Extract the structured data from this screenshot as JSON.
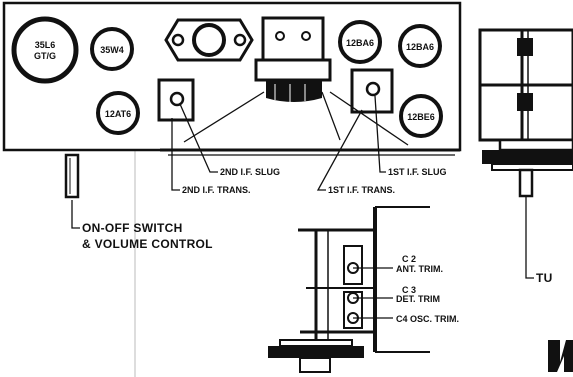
{
  "colors": {
    "ink": "#111111",
    "paper": "#ffffff"
  },
  "tubes": [
    {
      "id": "35l6",
      "label_line1": "35L6",
      "label_line2": "GT/G"
    },
    {
      "id": "35w4",
      "label": "35W4"
    },
    {
      "id": "12at6",
      "label": "12AT6"
    },
    {
      "id": "12ba6-left",
      "label": "12BA6"
    },
    {
      "id": "12ba6-right",
      "label": "12BA6"
    },
    {
      "id": "12be6",
      "label": "12BE6"
    }
  ],
  "callouts": {
    "second_if_slug": "2ND I.F. SLUG",
    "second_if_trans": "2ND I.F. TRANS.",
    "first_if_slug": "1ST I.F. SLUG",
    "first_if_trans": "1ST I.F. TRANS.",
    "switch_line1": "ON-OFF SWITCH",
    "switch_line2": "& VOLUME CONTROL",
    "c2_label": "C 2",
    "ant_trim": "ANT. TRIM.",
    "c3_label": "C 3",
    "det_trim": "DET. TRIM",
    "c4_osc_trim": "C4 OSC. TRIM.",
    "tuning_partial": "TU"
  }
}
